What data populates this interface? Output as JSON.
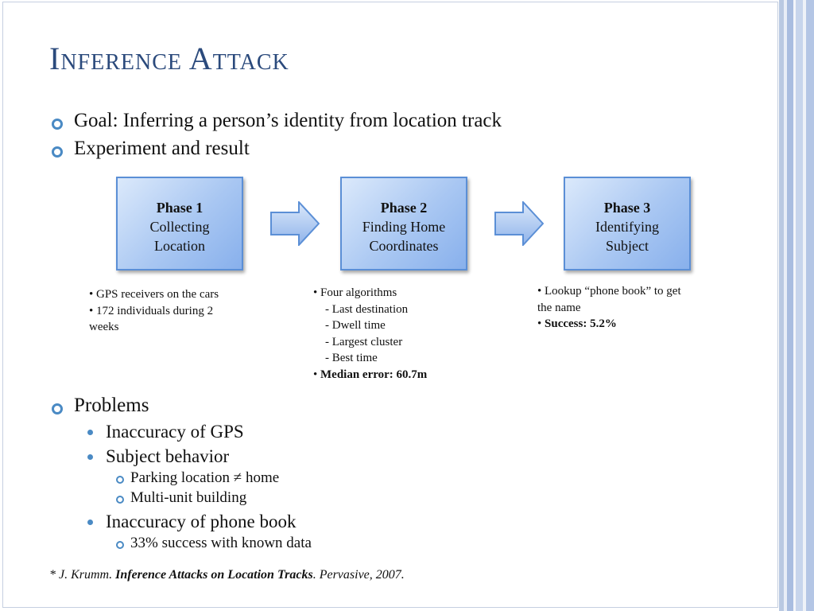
{
  "slide": {
    "title": "Inference Attack",
    "bullets": [
      "Goal: Inferring a person’s identity from location track",
      "Experiment and result"
    ],
    "phases": [
      {
        "heading": "Phase 1",
        "line1": "Collecting",
        "line2": "Location"
      },
      {
        "heading": "Phase 2",
        "line1": "Finding Home",
        "line2": "Coordinates"
      },
      {
        "heading": "Phase 3",
        "line1": "Identifying",
        "line2": "Subject"
      }
    ],
    "notes": {
      "phase1": [
        "• GPS receivers on the cars",
        "• 172 individuals during 2",
        "weeks"
      ],
      "phase2": [
        "• Four algorithms",
        "- Last destination",
        "- Dwell time",
        "- Largest cluster",
        "- Best time"
      ],
      "phase2_bold_prefix": "• ",
      "phase2_bold": "Median error: 60.7m",
      "phase3": [
        "• Lookup “phone book” to get",
        "the name"
      ],
      "phase3_bold_prefix": "• ",
      "phase3_bold": "Success: 5.2%"
    },
    "problems": {
      "label": "Problems",
      "items": [
        {
          "text": "Inaccuracy of GPS"
        },
        {
          "text": "Subject behavior",
          "sub": [
            "Parking location ≠ home",
            "Multi-unit building"
          ]
        },
        {
          "text": "Inaccuracy of phone book",
          "sub": [
            "33% success with known data"
          ]
        }
      ]
    },
    "citation": {
      "prefix": "* J. Krumm. ",
      "bold": "Inference Attacks on Location Tracks",
      "suffix": ". Pervasive, 2007."
    }
  },
  "colors": {
    "accent": "#4a8ac4",
    "title": "#2b4a7c",
    "box_border": "#5b8fd6"
  }
}
